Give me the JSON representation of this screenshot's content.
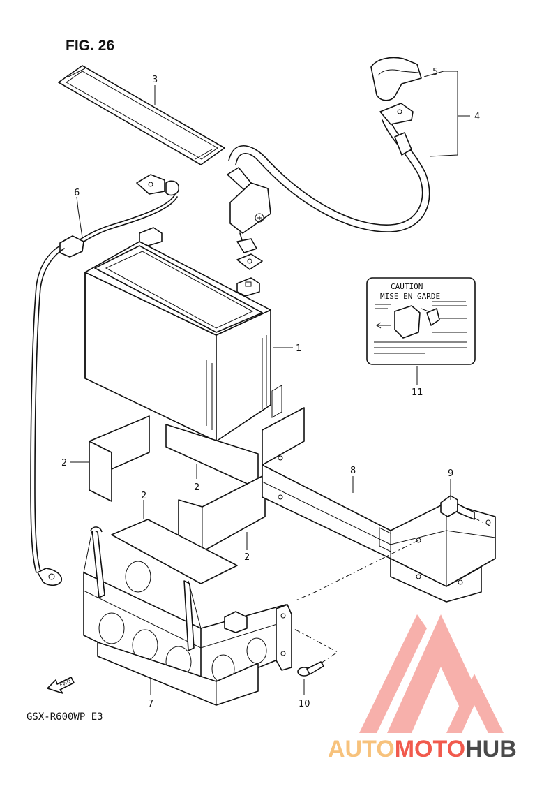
{
  "figure": {
    "title": "FIG. 26",
    "model_code": "GSX-R600WP E3",
    "fwd_label": "FWD"
  },
  "callouts": [
    {
      "id": "c1",
      "text": "1"
    },
    {
      "id": "c2a",
      "text": "2"
    },
    {
      "id": "c2b",
      "text": "2"
    },
    {
      "id": "c2c",
      "text": "2"
    },
    {
      "id": "c2d",
      "text": "2"
    },
    {
      "id": "c3",
      "text": "3"
    },
    {
      "id": "c4",
      "text": "4"
    },
    {
      "id": "c5",
      "text": "5"
    },
    {
      "id": "c6",
      "text": "6"
    },
    {
      "id": "c7",
      "text": "7"
    },
    {
      "id": "c8",
      "text": "8"
    },
    {
      "id": "c9",
      "text": "9"
    },
    {
      "id": "c10",
      "text": "10"
    },
    {
      "id": "c11",
      "text": "11"
    }
  ],
  "caution_label": {
    "line1": "CAUTION",
    "line2": "MISE EN GARDE"
  },
  "watermark": {
    "part1": "AUTO",
    "part2": "MOTO",
    "part3": "HUB",
    "colors": {
      "light": "#f7c27c",
      "red": "#f15a4d",
      "dark": "#4a4a4a",
      "triangle": "#f6a39d"
    }
  }
}
